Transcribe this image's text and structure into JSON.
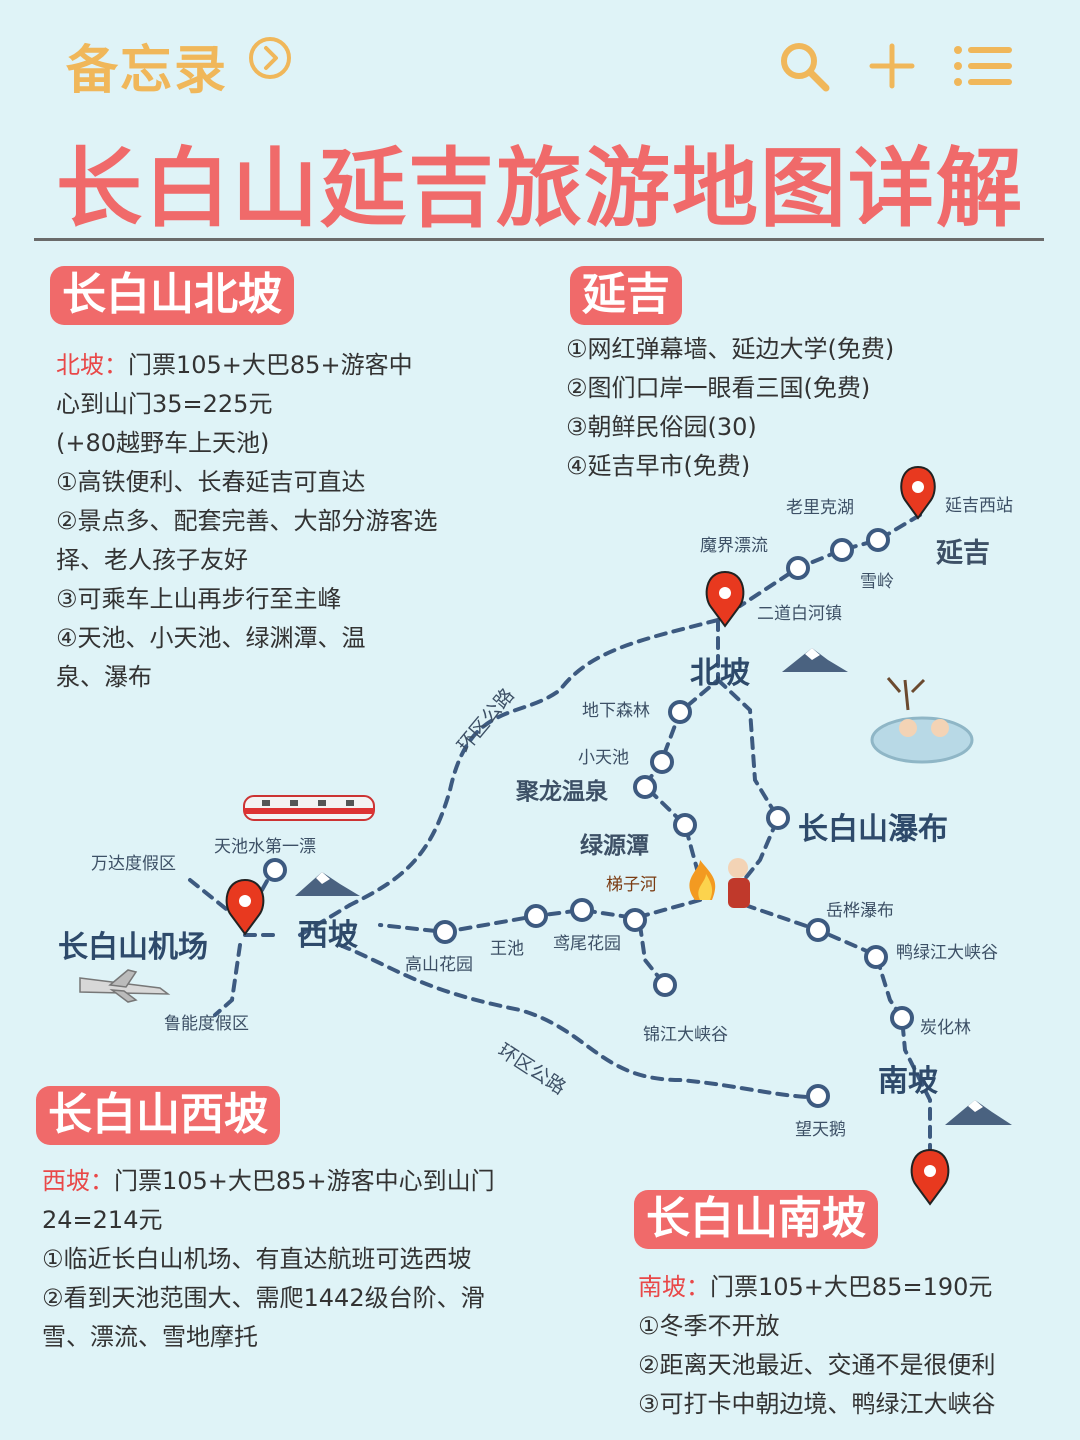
{
  "header": {
    "memo_label": "备忘录",
    "arrow_icon": "chevron-right-circle-icon",
    "toolbar_icons": [
      "search-icon",
      "plus-icon",
      "list-icon"
    ],
    "accent_color": "#f0b75a"
  },
  "title": "长白山延吉旅游地图详解",
  "title_color": "#f06a6a",
  "sections": {
    "north": {
      "badge": "长白山北坡",
      "label": "北坡：",
      "lines": [
        "门票105+大巴85+游客中",
        "心到山门35=225元",
        "(+80越野车上天池)",
        "①高铁便利、长春延吉可直达",
        "②景点多、配套完善、大部分游客选",
        "择、老人孩子友好",
        "③可乘车上山再步行至主峰",
        "④天池、小天池、绿渊潭、温",
        "泉、瀑布"
      ]
    },
    "yanji": {
      "badge": "延吉",
      "lines": [
        "①网红弹幕墙、延边大学(免费)",
        "②图们口岸一眼看三国(免费)",
        "③朝鲜民俗园(30)",
        "④延吉早市(免费)"
      ]
    },
    "west": {
      "badge": "长白山西坡",
      "label": "西坡：",
      "lines": [
        "门票105+大巴85+游客中心到山门",
        "24=214元",
        "①临近长白山机场、有直达航班可选西坡",
        "②看到天池范围大、需爬1442级台阶、滑",
        "雪、漂流、雪地摩托"
      ]
    },
    "south": {
      "badge": "长白山南坡",
      "label": "南坡：",
      "lines": [
        "门票105+大巴85=190元",
        "①冬季不开放",
        "②距离天池最近、交通不是很便利",
        "③可打卡中朝边境、鸭绿江大峡谷"
      ]
    }
  },
  "map": {
    "route_color": "#3d5a80",
    "pin_color": "#e8391f",
    "labels": {
      "laoli": "老里克湖",
      "yanji_west_station": "延吉西站",
      "yanji": "延吉",
      "mojie": "魔界漂流",
      "xueling": "雪岭",
      "erdaobaihe": "二道白河镇",
      "beipo": "北坡",
      "dixia": "地下森林",
      "xiaotianchi": "小天池",
      "julong": "聚龙温泉",
      "lvyuan": "绿源潭",
      "pubu": "长白山瀑布",
      "tizihe": "梯子河",
      "yuehua": "岳桦瀑布",
      "yalujiang": "鸭绿江大峡谷",
      "tanhua": "炭化林",
      "nanpo": "南坡",
      "wangtiane": "望天鹅",
      "jinjiang": "锦江大峡谷",
      "yuanwei": "鸢尾花园",
      "wangchi": "王池",
      "gaoshan": "高山花园",
      "xipo": "西坡",
      "tianchishui": "天池水第一漂",
      "wanda": "万达度假区",
      "airport": "长白山机场",
      "luneng": "鲁能度假区",
      "road1": "环区公路",
      "road2": "环区公路"
    }
  }
}
